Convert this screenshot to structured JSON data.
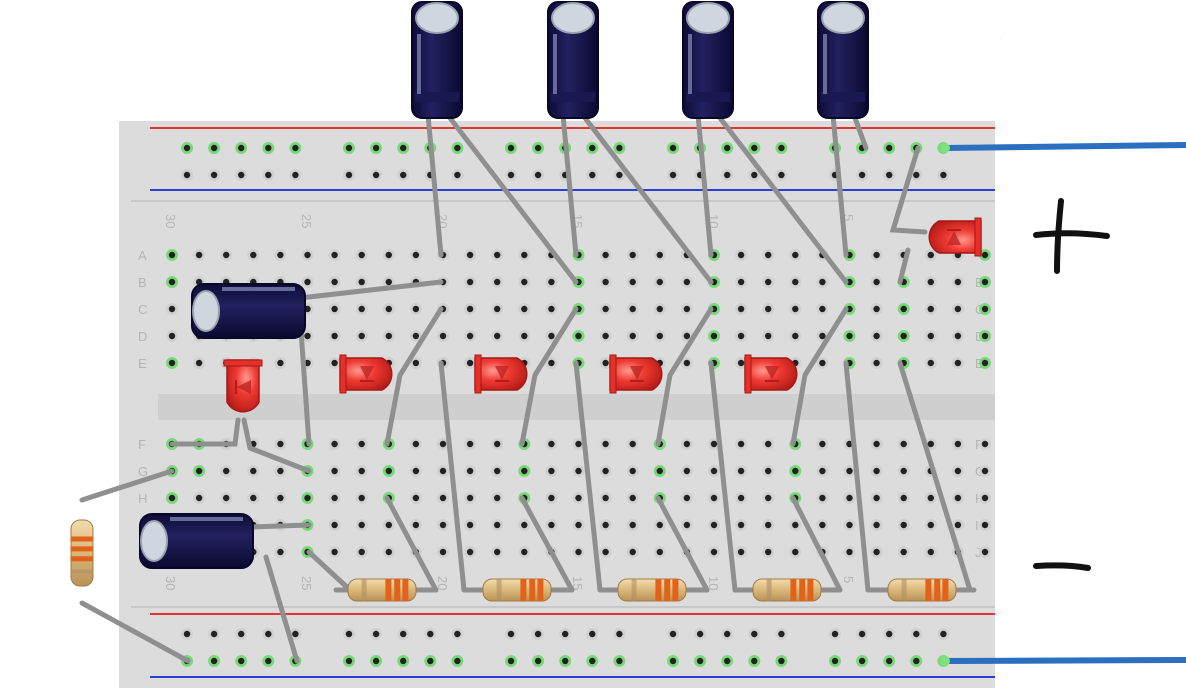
{
  "breadboard": {
    "row_letters_top": [
      "A",
      "B",
      "C",
      "D",
      "E"
    ],
    "row_letters_bottom": [
      "F",
      "G",
      "H",
      "I",
      "J"
    ],
    "column_numbers": [
      "30",
      "25",
      "20",
      "15",
      "10",
      "5"
    ],
    "rail_colors": {
      "positive": "#e8322e",
      "negative": "#2b3fd6"
    }
  },
  "components": {
    "electrolytic_capacitor_count": 6,
    "led_count": 6,
    "resistor_count": 6,
    "led_color": "#e5302a",
    "capacitor_color": "#16154a",
    "wire_color": "#8f8f8f",
    "lead_color": "#2a6fc0"
  },
  "power_labels": {
    "positive": "+",
    "negative": "−"
  }
}
